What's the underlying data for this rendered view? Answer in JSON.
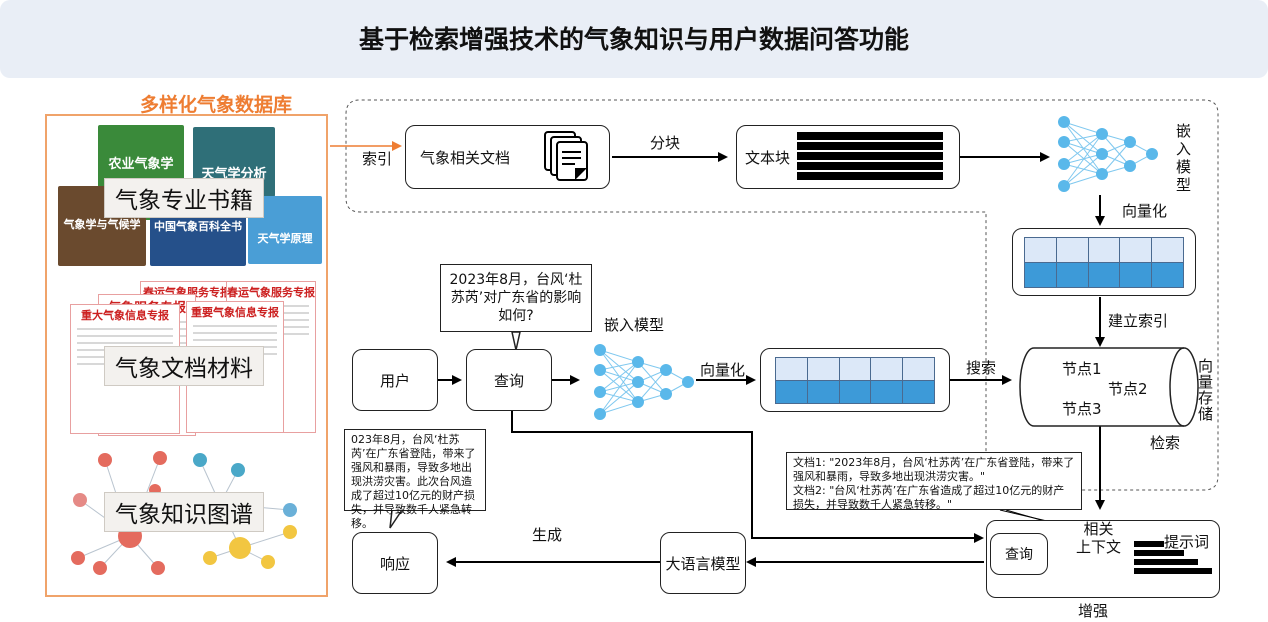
{
  "header": {
    "title": "基于检索增强技术的气象知识与用户数据问答功能"
  },
  "library": {
    "title": "多样化气象数据库",
    "books_caption": "气象专业书籍",
    "documents_caption": "气象文档材料",
    "graph_caption": "气象知识图谱",
    "books": [
      {
        "title": "农业气象学"
      },
      {
        "title": "天气学分析"
      },
      {
        "title": "气象学与气候学"
      },
      {
        "title": "中国气象百科全书"
      },
      {
        "title": "天气学原理"
      }
    ],
    "docs": [
      {
        "title": "春运气象服务专报"
      },
      {
        "title": "春运气象服务专报"
      },
      {
        "title": "气象服务专报"
      },
      {
        "title": "重大气象信息专报"
      },
      {
        "title": "重要气象信息专报"
      }
    ]
  },
  "flow": {
    "index_label": "索引",
    "docs_box": "气象相关文档",
    "chunk_label": "分块",
    "textblock_box": "文本块",
    "embed_model_top": "嵌入模型",
    "vectorize_top": "向量化",
    "build_index": "建立索引",
    "user_box": "用户",
    "query_box": "查询",
    "query_bubble": "2023年8月，台风‘杜苏芮’对广东省的影响如何?",
    "embed_model_mid": "嵌入模型",
    "vectorize_mid": "向量化",
    "search_label": "搜索",
    "store_nodes": [
      "节点1",
      "节点2",
      "节点3"
    ],
    "vector_store": "向量存储",
    "retrieve_label": "检索",
    "context_bubble": "文档1: \"2023年8月，台风‘杜苏芮’在广东省登陆，带来了强风和暴雨，导致多地出现洪涝灾害。\"\n文档2: \"台风‘杜苏芮’在广东省造成了超过10亿元的财产损失，并导致数千人紧急转移。\"",
    "related_context": "相关\n上下文",
    "prompt_label": "提示词",
    "enhance_query": "查询",
    "enhance_label": "增强",
    "llm_box": "大语言模型",
    "generate_label": "生成",
    "response_box": "响应",
    "answer_bubble": "023年8月，台风‘杜苏芮’在广东省登陆，带来了强风和暴雨，导致多地出现洪涝灾害。此次台风造成了超过10亿元的财产损失，并导致数千人紧急转移。"
  },
  "colors": {
    "accent_orange": "#ee7d32",
    "vector_light": "#dce8f8",
    "vector_dark": "#3d9ad8",
    "header_bg": "#e9eef6"
  }
}
